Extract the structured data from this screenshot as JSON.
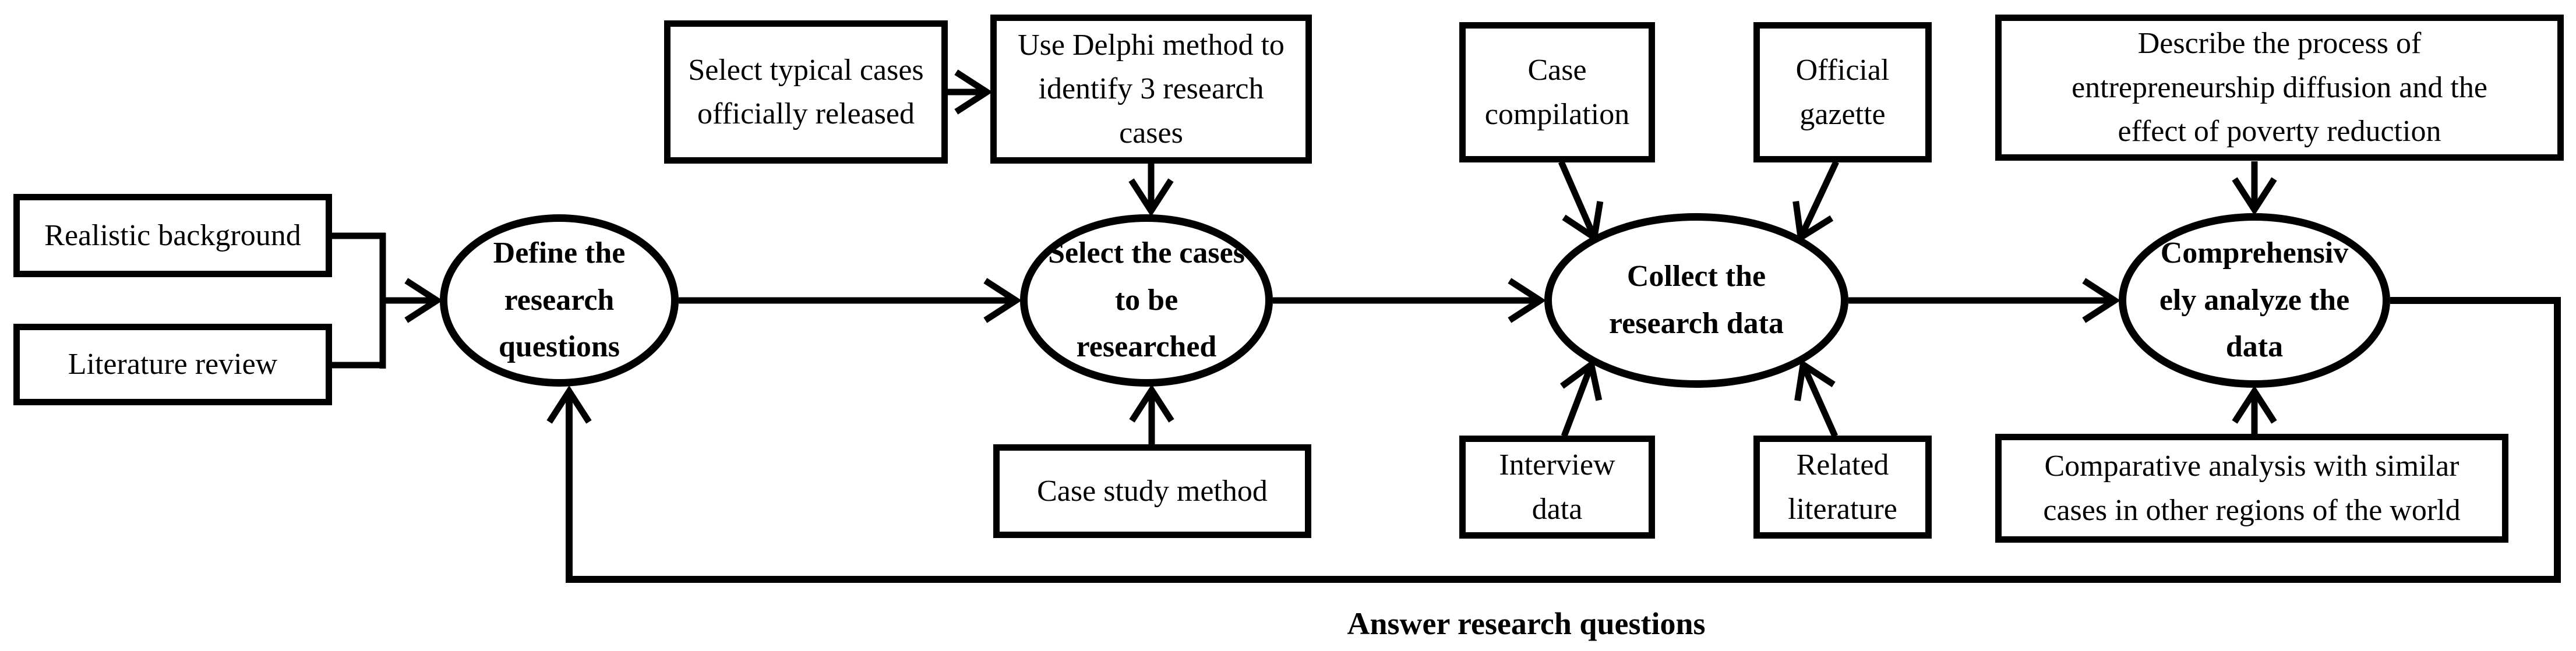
{
  "diagram": {
    "colors": {
      "stroke": "#000000",
      "background": "#ffffff",
      "text": "#000000"
    },
    "nodes": {
      "realistic_background": {
        "type": "box",
        "lines": [
          "Realistic background"
        ]
      },
      "literature_review": {
        "type": "box",
        "lines": [
          "Literature review"
        ]
      },
      "define_research_questions": {
        "type": "ellipse",
        "lines": [
          "Define the",
          "research",
          "questions"
        ]
      },
      "select_typical_cases": {
        "type": "box",
        "lines": [
          "Select typical cases",
          "officially released"
        ]
      },
      "use_delphi_method": {
        "type": "box",
        "lines": [
          "Use Delphi method to",
          "identify 3 research",
          "cases"
        ]
      },
      "select_the_cases": {
        "type": "ellipse",
        "lines": [
          "Select the cases",
          "to be",
          "researched"
        ]
      },
      "case_study_method": {
        "type": "box",
        "lines": [
          "Case study method"
        ]
      },
      "case_compilation": {
        "type": "box",
        "lines": [
          "Case",
          "compilation"
        ]
      },
      "official_gazette": {
        "type": "box",
        "lines": [
          "Official",
          "gazette"
        ]
      },
      "collect_research_data": {
        "type": "ellipse",
        "lines": [
          "Collect the",
          "research data"
        ]
      },
      "interview_data": {
        "type": "box",
        "lines": [
          "Interview",
          "data"
        ]
      },
      "related_literature": {
        "type": "box",
        "lines": [
          "Related",
          "literature"
        ]
      },
      "describe_process": {
        "type": "box",
        "lines": [
          "Describe the process of",
          "entrepreneurship diffusion and the",
          "effect of poverty reduction"
        ]
      },
      "comprehensively_analyze": {
        "type": "ellipse",
        "lines": [
          "Comprehensiv",
          "ely analyze the",
          "data"
        ]
      },
      "comparative_analysis": {
        "type": "box",
        "lines": [
          "Comparative analysis with similar",
          "cases in other regions of the world"
        ]
      }
    },
    "edge_label": "Answer research questions"
  }
}
